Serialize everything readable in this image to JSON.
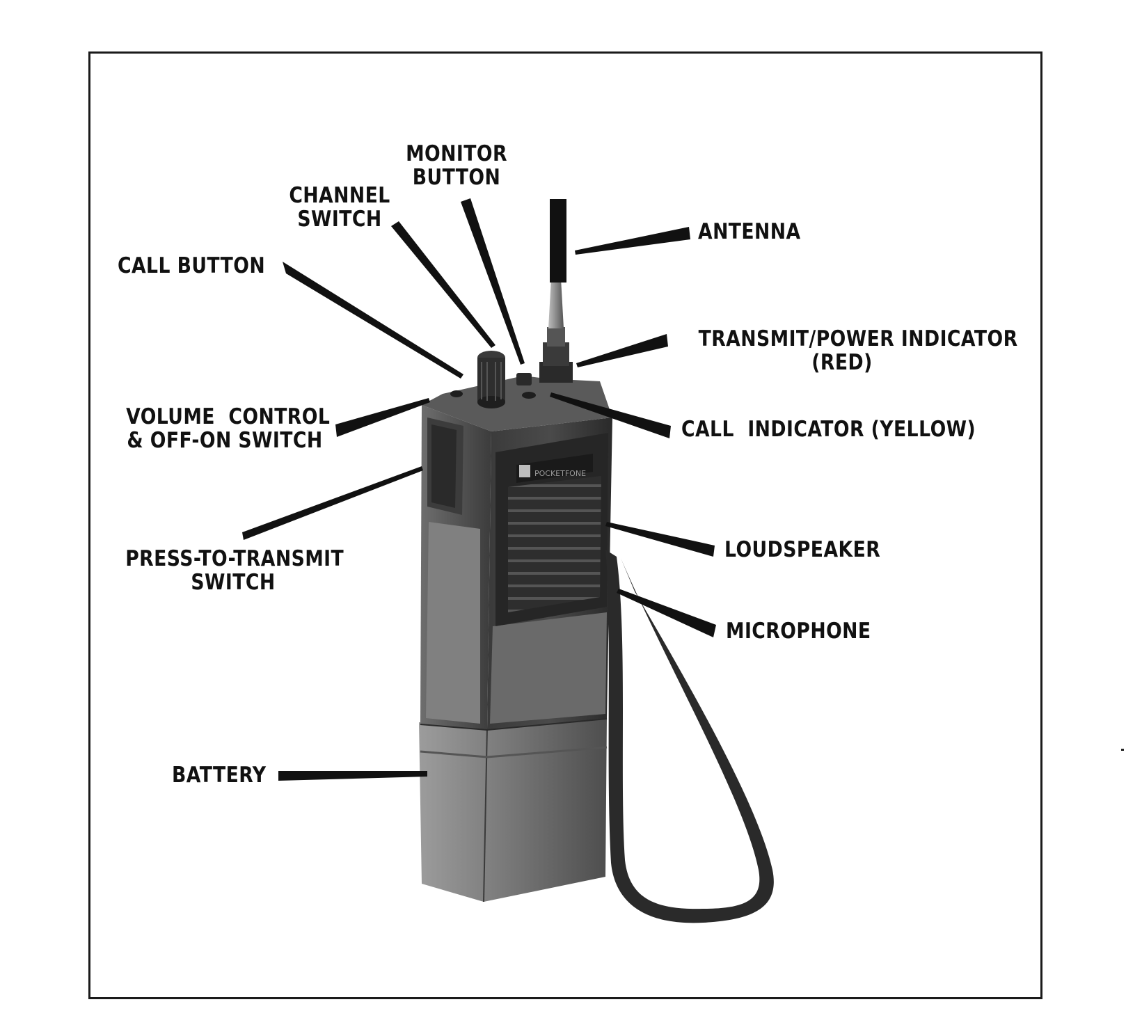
{
  "labels": {
    "monitor_button": "MONITOR\nBUTTON",
    "channel_switch": "CHANNEL\nSWITCH",
    "call_button": "CALL BUTTON",
    "antenna": "ANTENNA",
    "transmit_power_indicator": "TRANSMIT/POWER INDICATOR\n(RED)",
    "volume_control": "VOLUME  CONTROL\n& OFF-ON SWITCH",
    "call_indicator": "CALL  INDICATOR (YELLOW)",
    "press_to_transmit": "PRESS-TO-TRANSMIT\nSWITCH",
    "loudspeaker": "LOUDSPEAKER",
    "microphone": "MICROPHONE",
    "battery": "BATTERY"
  },
  "device": {
    "brand_plate": "POCKETFONE"
  },
  "colors": {
    "ink": "#111111",
    "body_dark": "#2b2b2b",
    "body_mid": "#5a5a5a",
    "body_light": "#9a9a9a"
  }
}
